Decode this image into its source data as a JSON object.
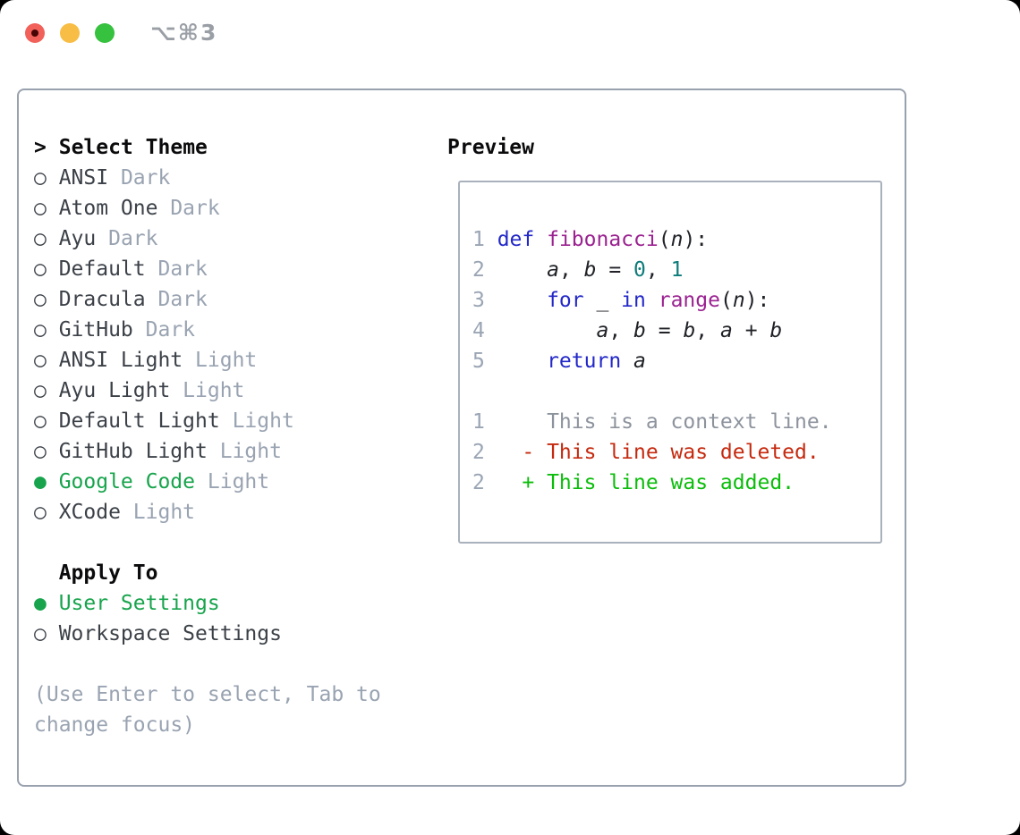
{
  "window": {
    "title": "⌥⌘3"
  },
  "colors": {
    "heading": "#0b0b0d",
    "list-text": "#3c4148",
    "muted": "#99a3b1",
    "selected": "#17a44c",
    "plain": "#202227",
    "kw": "#2328c8",
    "fn": "#9b2391",
    "num": "#0e7c7a",
    "ctx": "#8d939d",
    "del": "#c5290e",
    "add": "#0bbd0b",
    "ln": "#9aa5b4",
    "panel-border": "#98a1ad",
    "box-border": "#a9b1bc",
    "title-gray": "#9a9fa6",
    "tl-red": "#f2605a",
    "tl-red-dot": "#470505",
    "tl-yellow": "#f7bd44",
    "tl-green": "#36c13f"
  },
  "theme_selector": {
    "cursor": ">",
    "title": "Select Theme",
    "marker_selected": "●",
    "marker_unselected": "○",
    "themes": [
      {
        "name": "ANSI",
        "variant": "Dark",
        "selected": false
      },
      {
        "name": "Atom One",
        "variant": "Dark",
        "selected": false
      },
      {
        "name": "Ayu",
        "variant": "Dark",
        "selected": false
      },
      {
        "name": "Default",
        "variant": "Dark",
        "selected": false
      },
      {
        "name": "Dracula",
        "variant": "Dark",
        "selected": false
      },
      {
        "name": "GitHub",
        "variant": "Dark",
        "selected": false
      },
      {
        "name": "ANSI Light",
        "variant": "Light",
        "selected": false
      },
      {
        "name": "Ayu Light",
        "variant": "Light",
        "selected": false
      },
      {
        "name": "Default Light",
        "variant": "Light",
        "selected": false
      },
      {
        "name": "GitHub Light",
        "variant": "Light",
        "selected": false
      },
      {
        "name": "Google Code",
        "variant": "Light",
        "selected": true
      },
      {
        "name": "XCode",
        "variant": "Light",
        "selected": false
      }
    ],
    "apply_to": {
      "title": "Apply To",
      "options": [
        {
          "name": "User Settings",
          "selected": true
        },
        {
          "name": "Workspace Settings",
          "selected": false
        }
      ]
    },
    "help_lines": [
      "(Use Enter to select, Tab to",
      "change focus)"
    ]
  },
  "preview": {
    "title": "Preview",
    "lines": [
      {
        "kind": "code",
        "num": "1",
        "tokens": [
          [
            "kw",
            "def"
          ],
          [
            "pl",
            " "
          ],
          [
            "fn",
            "fibonacci"
          ],
          [
            "pl",
            "("
          ],
          [
            "var",
            "n"
          ],
          [
            "pl",
            "):"
          ]
        ]
      },
      {
        "kind": "code",
        "num": "2",
        "tokens": [
          [
            "pl",
            "    "
          ],
          [
            "var",
            "a"
          ],
          [
            "pl",
            ", "
          ],
          [
            "var",
            "b"
          ],
          [
            "pl",
            " = "
          ],
          [
            "num",
            "0"
          ],
          [
            "pl",
            ", "
          ],
          [
            "num",
            "1"
          ]
        ]
      },
      {
        "kind": "code",
        "num": "3",
        "tokens": [
          [
            "pl",
            "    "
          ],
          [
            "kw",
            "for"
          ],
          [
            "pl",
            " _ "
          ],
          [
            "kw",
            "in"
          ],
          [
            "pl",
            " "
          ],
          [
            "fn",
            "range"
          ],
          [
            "pl",
            "("
          ],
          [
            "var",
            "n"
          ],
          [
            "pl",
            "):"
          ]
        ]
      },
      {
        "kind": "code",
        "num": "4",
        "tokens": [
          [
            "pl",
            "        "
          ],
          [
            "var",
            "a"
          ],
          [
            "pl",
            ", "
          ],
          [
            "var",
            "b"
          ],
          [
            "pl",
            " = "
          ],
          [
            "var",
            "b"
          ],
          [
            "pl",
            ", "
          ],
          [
            "var",
            "a"
          ],
          [
            "pl",
            " + "
          ],
          [
            "var",
            "b"
          ]
        ]
      },
      {
        "kind": "code",
        "num": "5",
        "tokens": [
          [
            "pl",
            "    "
          ],
          [
            "kw",
            "return"
          ],
          [
            "pl",
            " "
          ],
          [
            "var",
            "a"
          ]
        ]
      },
      {
        "kind": "blank",
        "num": "",
        "tokens": []
      },
      {
        "kind": "context",
        "num": "1",
        "tokens": [
          [
            "ctx",
            "    This is a context line."
          ]
        ]
      },
      {
        "kind": "deleted",
        "num": "2",
        "tokens": [
          [
            "del",
            "  - This line was deleted."
          ]
        ]
      },
      {
        "kind": "added",
        "num": "2",
        "tokens": [
          [
            "add",
            "  + This line was added."
          ]
        ]
      }
    ]
  }
}
